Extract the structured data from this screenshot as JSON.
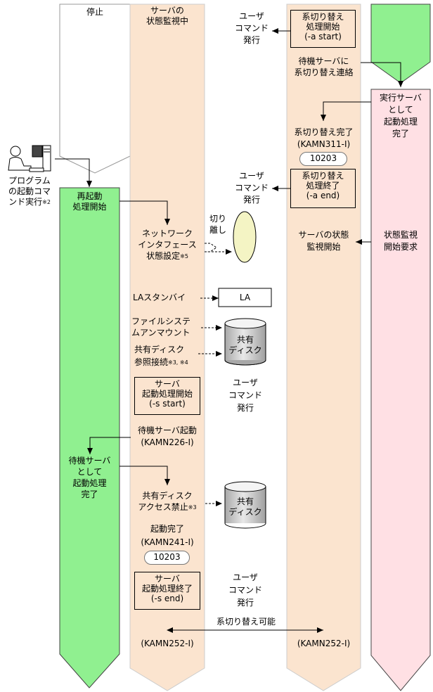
{
  "columns": {
    "col1_header": "停止",
    "col2_header_1": "サーバの",
    "col2_header_2": "状態監視中"
  },
  "user_icon_label": {
    "line1": "プログラム",
    "line2": "の起動コマ",
    "line3": "ンド実行",
    "note": "※2"
  },
  "col1_labels": {
    "restart_1": "再起動",
    "restart_2": "処理開始",
    "standby_done_1": "待機サーバ",
    "standby_done_2": "として",
    "standby_done_3": "起動処理",
    "standby_done_4": "完了"
  },
  "col2_labels": {
    "net_1": "ネットワーク",
    "net_2": "インタフェース",
    "net_3": "状態設定",
    "net_note": "※5",
    "la_standby": "LAスタンバイ",
    "fs_1": "ファイルシステ",
    "fs_2": "ムアンマウント",
    "shared_1": "共有ディスク",
    "shared_2": "参照接続",
    "shared_note": "※3, ※4",
    "standby_start_1": "待機サーバ起動",
    "standby_start_2": "(KAMN226-I)",
    "deny_1": "共有ディスク",
    "deny_2": "アクセス禁止",
    "deny_note": "※3",
    "boot_done_1": "起動完了",
    "boot_done_2": "(KAMN241-I)",
    "boot_code": "10203",
    "kamn252_left": "(KAMN252-I)"
  },
  "col2_boxes": {
    "start_1": "サーバ",
    "start_2": "起動処理開始",
    "start_3": "(-s start)",
    "end_1": "サーバ",
    "end_2": "起動処理終了",
    "end_3": "(-s end)"
  },
  "col3_user": {
    "line1": "ユーザ",
    "line2": "コマンド",
    "line3": "発行"
  },
  "col4_boxes": {
    "sw_start_1": "系切り替え",
    "sw_start_2": "処理開始",
    "sw_start_3": "(-a start)",
    "sw_end_1": "系切り替え",
    "sw_end_2": "処理終了",
    "sw_end_3": "(-a end)"
  },
  "col4_labels": {
    "notify_1": "待機サーバに",
    "notify_2": "系切り替え連絡",
    "sw_done_1": "系切り替え完了",
    "sw_done_2": "(KAMN311-I)",
    "sw_code": "10203",
    "monitor_1": "サーバの状態",
    "monitor_2": "監視開始",
    "kamn252_right": "(KAMN252-I)"
  },
  "col5_labels": {
    "active_1": "実行サーバ",
    "active_2": "として",
    "active_3": "起動処理",
    "active_4": "完了",
    "req_1": "状態監視",
    "req_2": "開始要求"
  },
  "devices": {
    "cut_1": "切り",
    "cut_2": "離し",
    "la": "LA",
    "disk_1": "共有",
    "disk_2": "ディスク"
  },
  "switch_possible": "系切り替え可能",
  "colors": {
    "green": "#90f090",
    "peach": "#fbe4cf",
    "pink": "#ffe0e4",
    "oval": "#f4f4c4",
    "disk": "#d0d0d0"
  }
}
